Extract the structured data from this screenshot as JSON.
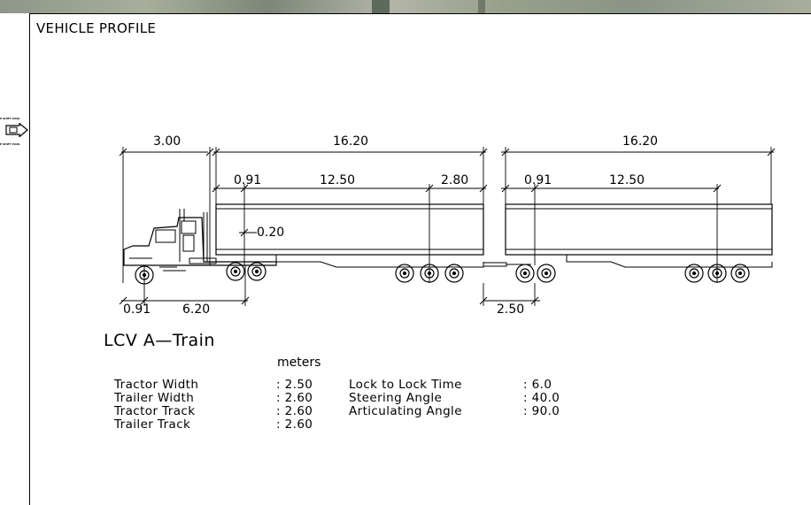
{
  "header": {
    "title": "VEHICLE PROFILE"
  },
  "dimensions": {
    "front_overhang": "3.00",
    "trailer1_length": "16.20",
    "trailer2_length": "16.20",
    "t1_front": "0.91",
    "t1_wheelbase": "12.50",
    "t1_rear": "2.80",
    "t2_front": "0.91",
    "t2_wheelbase": "12.50",
    "fifth_wheel": "0.20",
    "tractor_front": "0.91",
    "tractor_wheelbase": "6.20",
    "dolly": "2.50"
  },
  "vehicle": {
    "name": "LCV A—Train",
    "units": "meters"
  },
  "specs": {
    "left": [
      {
        "label": "Tractor Width",
        "value": ": 2.50"
      },
      {
        "label": "Trailer Width",
        "value": ": 2.60"
      },
      {
        "label": "Tractor Track",
        "value": ": 2.60"
      },
      {
        "label": "Trailer Track",
        "value": ": 2.60"
      }
    ],
    "right": [
      {
        "label": "Lock to Lock Time",
        "value": ": 6.0"
      },
      {
        "label": "Steering Angle",
        "value": ": 40.0"
      },
      {
        "label": "Articulating Angle",
        "value": ": 90.0"
      }
    ]
  },
  "sign": {
    "line1": "E SHIFT PASS",
    "line2": "E SHIFT PASS"
  },
  "colors": {
    "background": "#ffffff",
    "line": "#000000",
    "aerial": "#8e9788"
  }
}
